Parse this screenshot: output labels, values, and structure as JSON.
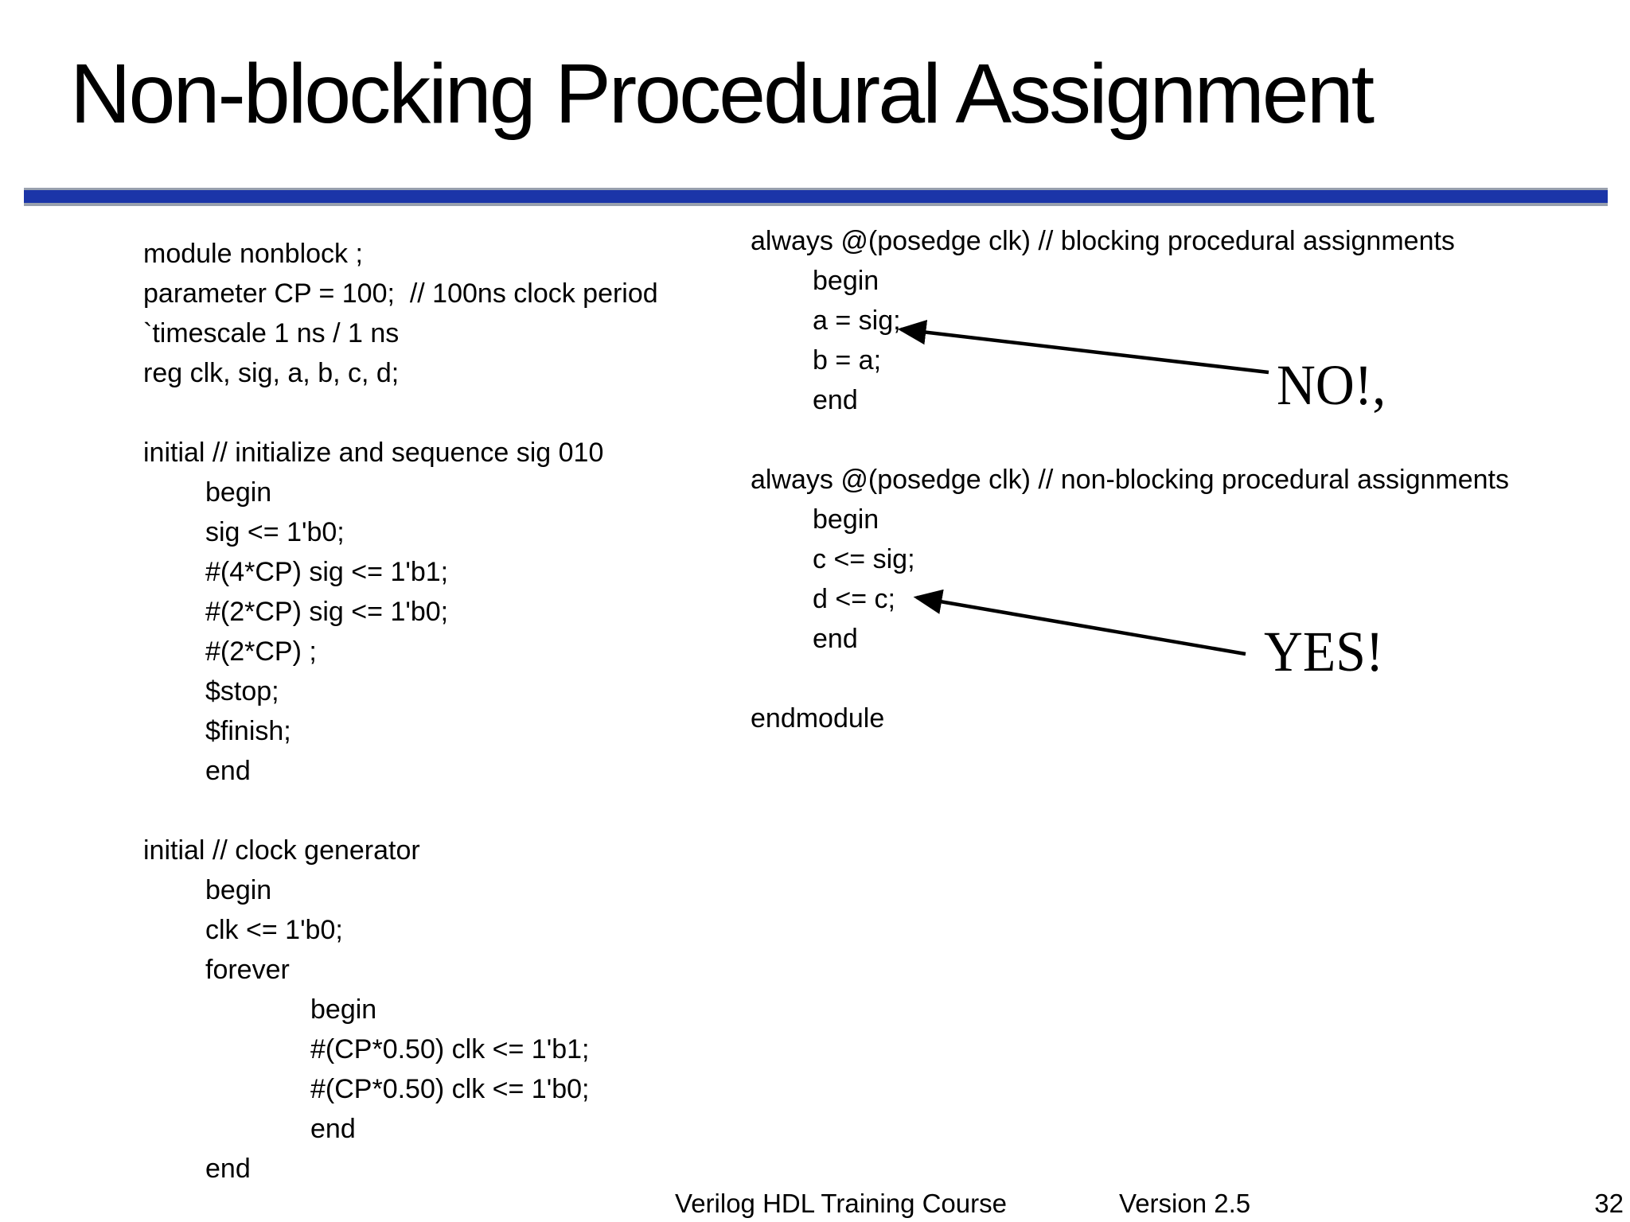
{
  "title": "Non-blocking Procedural Assignment",
  "divider_color": "#1b35a8",
  "divider_edge_color": "#98a0ae",
  "code": {
    "left": [
      "module nonblock ;",
      "parameter CP = 100;  // 100ns clock period",
      "`timescale 1 ns / 1 ns",
      "reg clk, sig, a, b, c, d;",
      "",
      "initial // initialize and sequence sig 010",
      "begin",
      "sig <= 1'b0;",
      "#(4*CP) sig <= 1'b1;",
      "#(2*CP) sig <= 1'b0;",
      "#(2*CP) ;",
      "$stop;",
      "$finish;",
      "end",
      "",
      "initial // clock generator",
      "begin",
      "clk <= 1'b0;",
      "forever",
      "begin",
      "#(CP*0.50) clk <= 1'b1;",
      "#(CP*0.50) clk <= 1'b0;",
      "end",
      "end"
    ],
    "right": [
      "always @(posedge clk) // blocking procedural assignments",
      "begin",
      "a = sig;",
      "b = a;",
      "end",
      "",
      "always @(posedge clk) // non-blocking procedural assignments",
      "begin",
      "c <= sig;",
      "d <= c;",
      "end",
      "",
      "endmodule"
    ]
  },
  "annotations": {
    "no_label": "NO!,",
    "yes_label": "YES!",
    "arrow_color": "#000000"
  },
  "footer": {
    "course": "Verilog HDL Training Course",
    "version": "Version 2.5",
    "page_number": "32"
  }
}
